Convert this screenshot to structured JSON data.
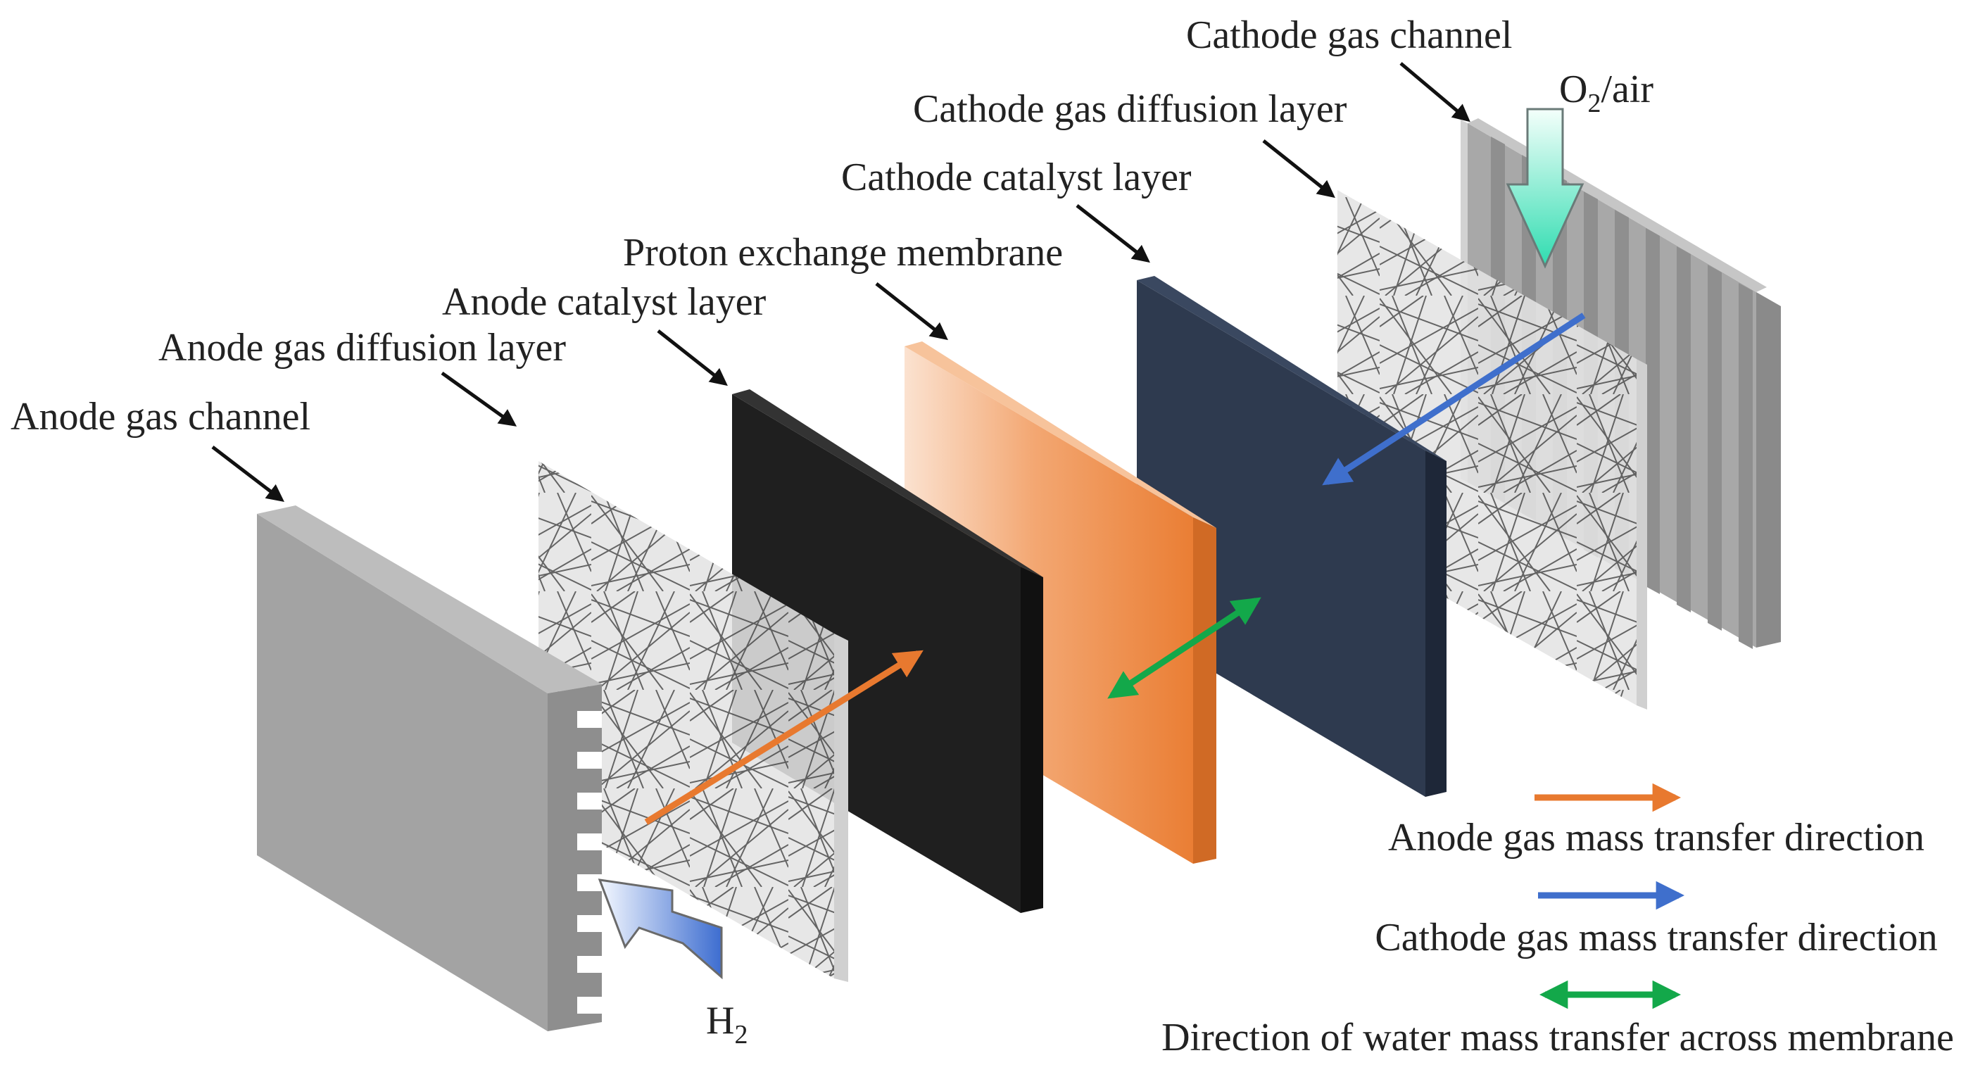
{
  "labels": {
    "anode_gas_channel": "Anode gas channel",
    "anode_gdl": "Anode gas diffusion layer",
    "anode_catalyst": "Anode catalyst layer",
    "pem": "Proton exchange membrane",
    "cathode_catalyst": "Cathode catalyst layer",
    "cathode_gdl": "Cathode gas diffusion layer",
    "cathode_gas_channel": "Cathode gas channel"
  },
  "gases": {
    "o2_main": "O",
    "o2_sub": "2",
    "o2_rest": "/air",
    "h2_main": "H",
    "h2_sub": "2"
  },
  "legend": {
    "anode": "Anode gas mass transfer direction",
    "cathode": "Cathode gas mass transfer direction",
    "water": "Direction of water mass transfer across membrane"
  },
  "colors": {
    "anode_arrow": "#e8792f",
    "cathode_arrow": "#3f6fcc",
    "water_arrow": "#13a84a",
    "catalyst_anode": "#1f1f1f",
    "catalyst_cathode": "#2e3a4f",
    "membrane": "#ee8a3f",
    "channel": "#a5a5a5"
  }
}
